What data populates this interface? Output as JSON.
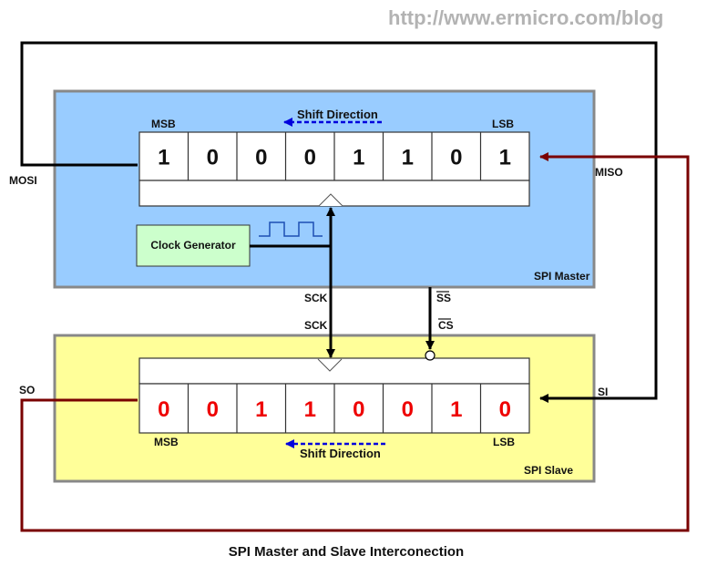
{
  "watermark": "http://www.ermicro.com/blog",
  "caption": "SPI Master and Slave Interconection",
  "colors": {
    "master_fill": "#99ccff",
    "slave_fill": "#ffff99",
    "box_border": "#888888",
    "clock_gen_fill": "#ccffcc",
    "miso_line": "#7a0000",
    "mosi_line": "#000000",
    "shift_arrow": "#0000dd",
    "master_bits": "#111111",
    "slave_bits": "#ee0000"
  },
  "master": {
    "title": "SPI Master",
    "msb_label": "MSB",
    "lsb_label": "LSB",
    "shift_label": "Shift Direction",
    "bits": [
      "1",
      "0",
      "0",
      "0",
      "1",
      "1",
      "0",
      "1"
    ],
    "clock_generator": "Clock Generator"
  },
  "slave": {
    "title": "SPI Slave",
    "msb_label": "MSB",
    "lsb_label": "LSB",
    "shift_label": "Shift Direction",
    "bits": [
      "0",
      "0",
      "1",
      "1",
      "0",
      "0",
      "1",
      "0"
    ]
  },
  "signals": {
    "mosi": "MOSI",
    "miso": "MISO",
    "so": "SO",
    "si": "SI",
    "sck_master": "SCK",
    "sck_slave": "SCK",
    "ss": "SS",
    "cs": "CS"
  }
}
